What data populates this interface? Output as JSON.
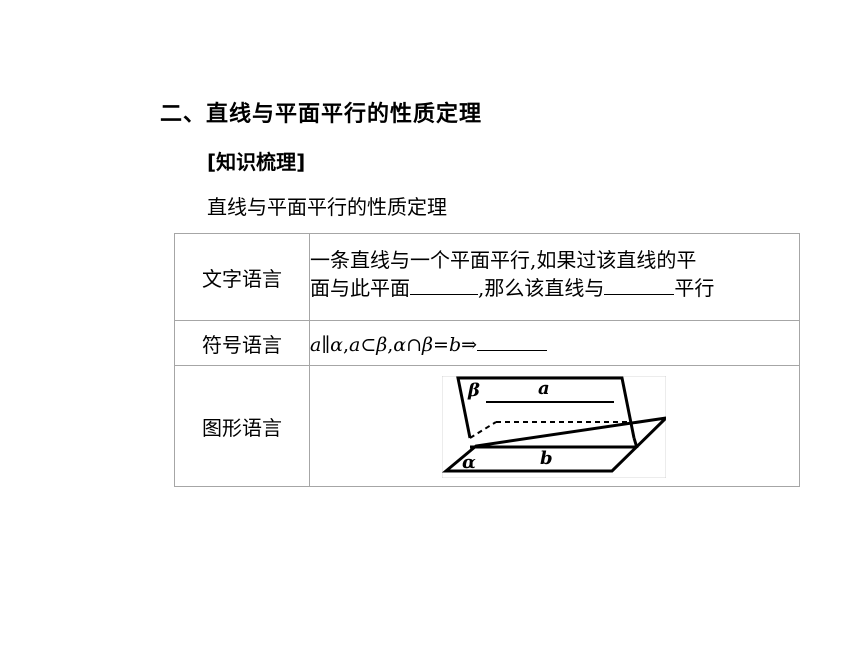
{
  "heading": "二、直线与平面平行的性质定理",
  "sub_heading": "[知识梳理]",
  "intro": "直线与平面平行的性质定理",
  "table": {
    "text_row": {
      "label": "文字语言",
      "line1": "一条直线与一个平面平行,如果过该直线的平",
      "line2_a": "面与此平面",
      "line2_b": ",那么该直线与",
      "line2_c": "平行"
    },
    "symbol_row": {
      "label": "符号语言",
      "a1": "a",
      "parallel": "∥",
      "alpha1": "α",
      "comma1": ",",
      "a2": "a",
      "subset": "⊂",
      "beta": "β",
      "comma2": ",",
      "alpha2": "α",
      "cap": "∩",
      "beta2": "β",
      "eq": "=",
      "b": "b",
      "implies": "⇒"
    },
    "figure_row": {
      "label": "图形语言",
      "fig_beta": "β",
      "fig_a": "a",
      "fig_alpha": "α",
      "fig_b": "b"
    }
  }
}
